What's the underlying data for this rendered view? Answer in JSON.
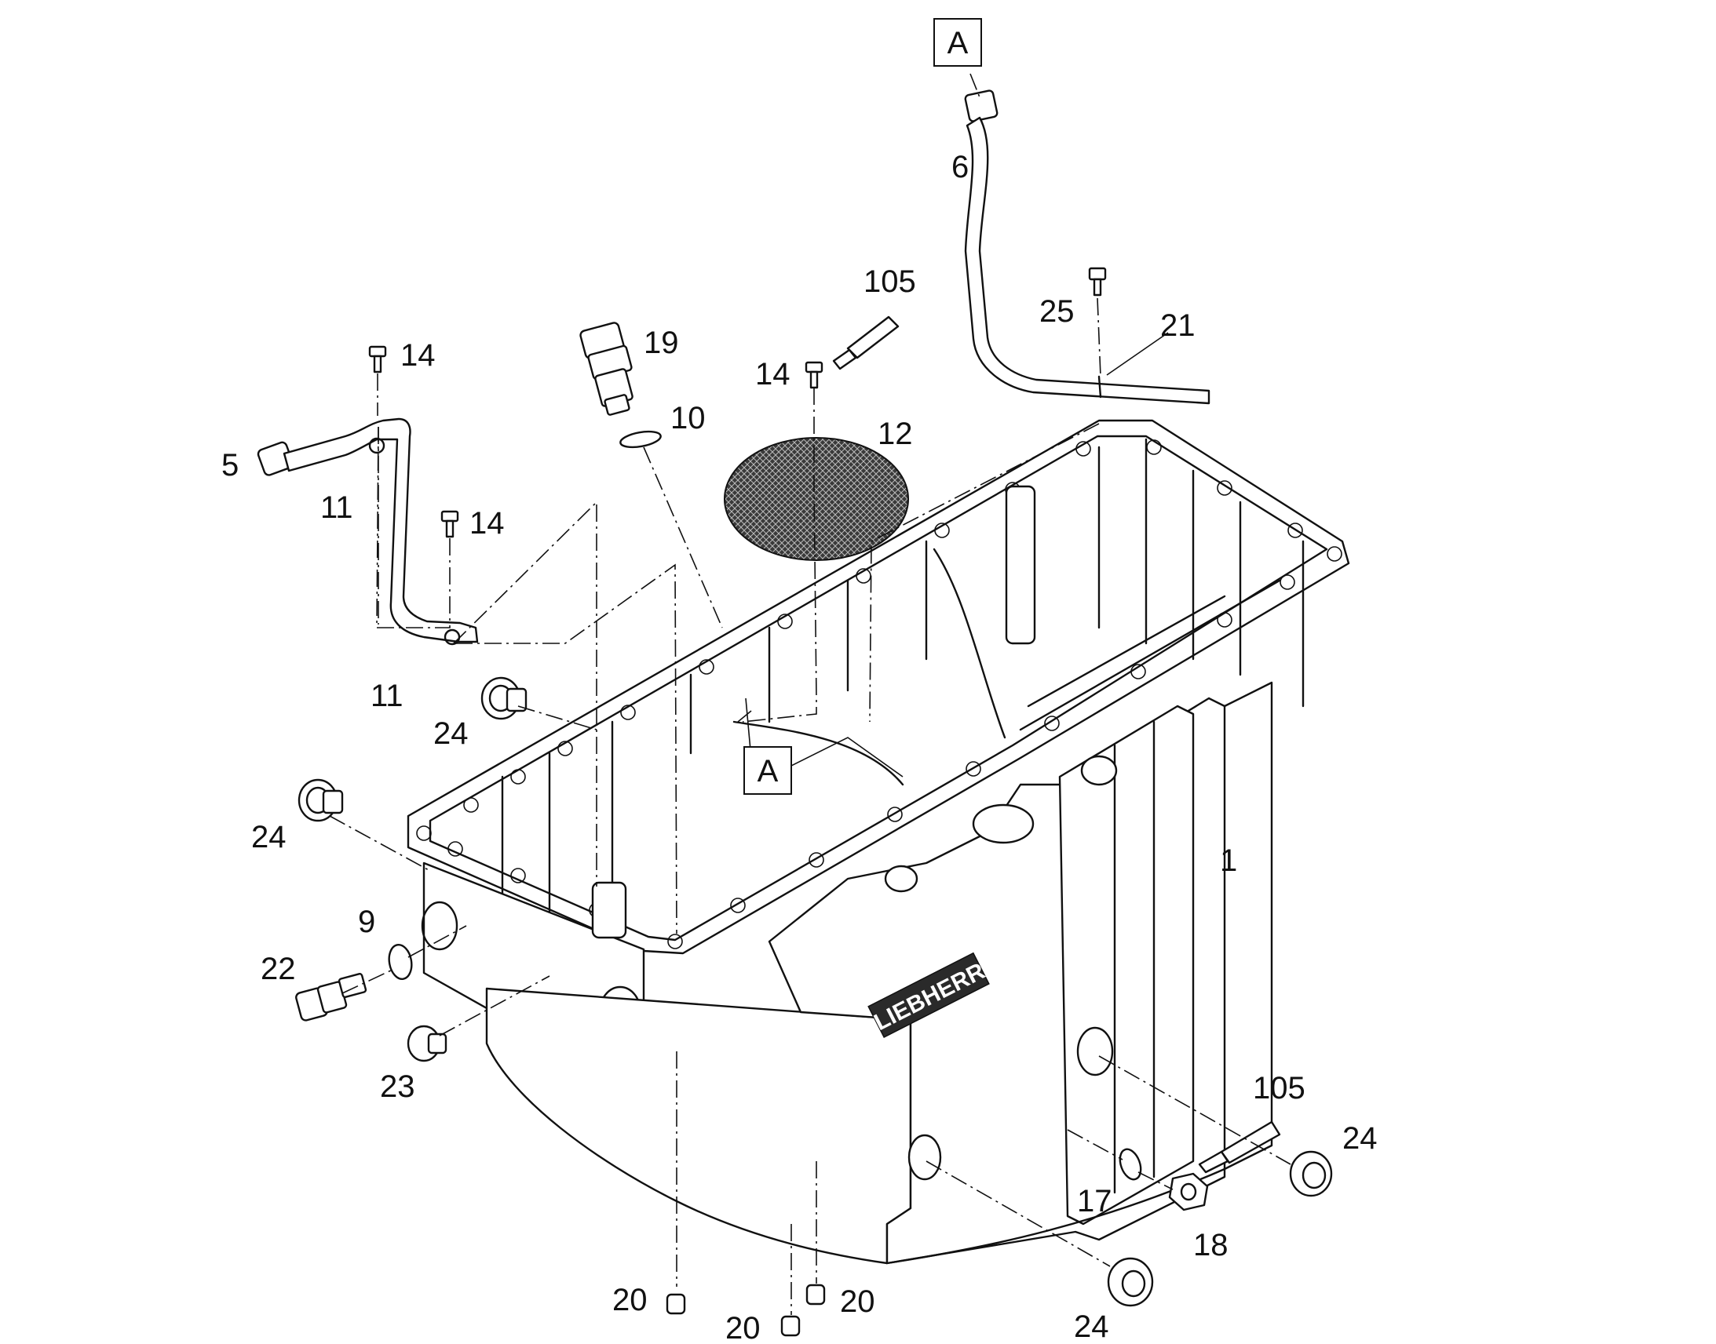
{
  "brand": "LIEBHERR",
  "reference_boxes": [
    {
      "id": "A-top",
      "label": "A"
    },
    {
      "id": "A-mid",
      "label": "A"
    }
  ],
  "callouts": [
    {
      "id": "c6",
      "label": "6"
    },
    {
      "id": "c105a",
      "label": "105"
    },
    {
      "id": "c25",
      "label": "25"
    },
    {
      "id": "c21",
      "label": "21"
    },
    {
      "id": "c19",
      "label": "19"
    },
    {
      "id": "c14a",
      "label": "14"
    },
    {
      "id": "c14b",
      "label": "14"
    },
    {
      "id": "c14c",
      "label": "14"
    },
    {
      "id": "c10",
      "label": "10"
    },
    {
      "id": "c12",
      "label": "12"
    },
    {
      "id": "c5",
      "label": "5"
    },
    {
      "id": "c11a",
      "label": "11"
    },
    {
      "id": "c11b",
      "label": "11"
    },
    {
      "id": "c24a",
      "label": "24"
    },
    {
      "id": "c24b",
      "label": "24"
    },
    {
      "id": "c24c",
      "label": "24"
    },
    {
      "id": "c24d",
      "label": "24"
    },
    {
      "id": "c1",
      "label": "1"
    },
    {
      "id": "c9",
      "label": "9"
    },
    {
      "id": "c22",
      "label": "22"
    },
    {
      "id": "c23",
      "label": "23"
    },
    {
      "id": "c105b",
      "label": "105"
    },
    {
      "id": "c17",
      "label": "17"
    },
    {
      "id": "c18",
      "label": "18"
    },
    {
      "id": "c20a",
      "label": "20"
    },
    {
      "id": "c20b",
      "label": "20"
    },
    {
      "id": "c20c",
      "label": "20"
    }
  ]
}
